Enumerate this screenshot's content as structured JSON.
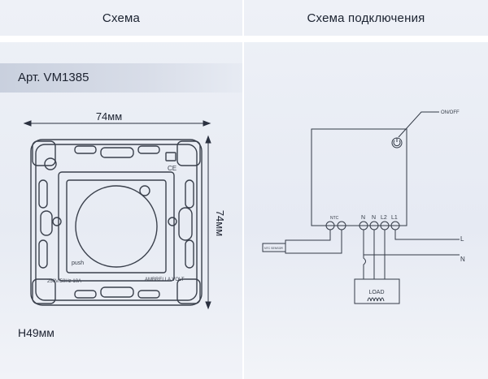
{
  "header": {
    "left_title": "Схема",
    "right_title": "Схема подключения"
  },
  "left": {
    "article": "Арт. VM1385",
    "width_dim": "74мм",
    "height_dim": "74мм",
    "depth": "H49мм",
    "device_text": {
      "push": "push",
      "rating": "250V/50Hz 10A",
      "brand": "AMBRELLA VOLT",
      "ce": "CE"
    }
  },
  "right": {
    "onoff": "ON/OFF",
    "terminals": [
      "N",
      "N",
      "L2",
      "L1"
    ],
    "sensor_terminal": "NTC",
    "sensor_label": "NTC SENSOR",
    "line_L": "L",
    "line_N": "N",
    "load": "LOAD"
  },
  "colors": {
    "background": "#e9edf5",
    "divider": "#ffffff",
    "line": "#333a46"
  }
}
